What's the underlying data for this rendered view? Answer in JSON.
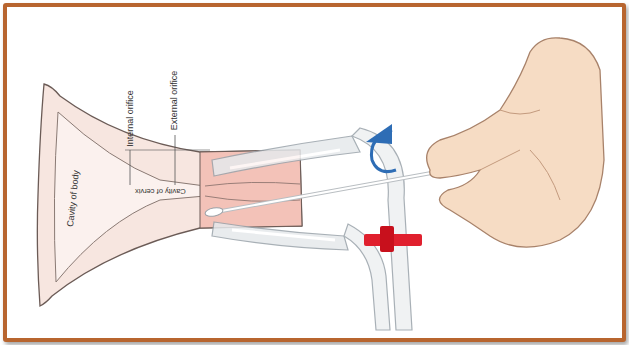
{
  "diagram": {
    "labels": [
      "Cavity of body",
      "Internal orifice",
      "External orifice",
      "Cavity of cervix"
    ]
  }
}
